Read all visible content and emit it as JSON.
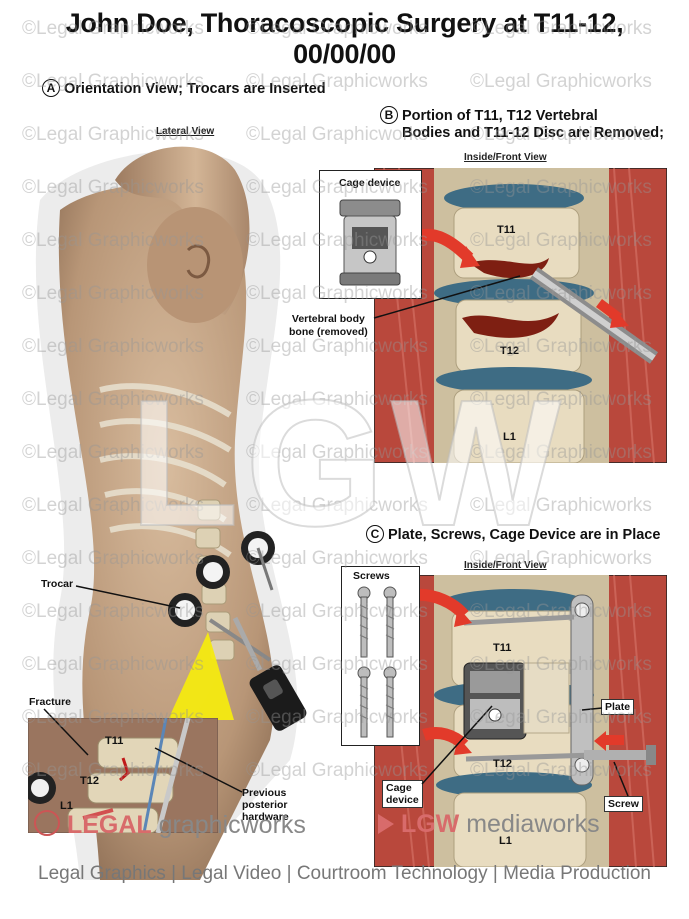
{
  "title_line1": "John Doe, Thoracoscopic Surgery at T11-12,",
  "title_line2": "00/00/00",
  "section_a": {
    "letter": "A",
    "text": "Orientation View; Trocars are Inserted",
    "view_label": "Lateral View"
  },
  "section_b": {
    "letter": "B",
    "text_line1": "Portion of T11, T12 Vertebral",
    "text_line2": "Bodies and T11-12 Disc are Removed;",
    "view_label": "Inside/Front View"
  },
  "section_c": {
    "letter": "C",
    "text": "Plate, Screws, Cage Device are in Place",
    "view_label": "Inside/Front View"
  },
  "labels": {
    "cage_device": "Cage device",
    "vertebral_body_line1": "Vertebral body",
    "vertebral_body_line2": "bone (removed)",
    "t11": "T11",
    "t12": "T12",
    "l1": "L1",
    "trocar": "Trocar",
    "fracture": "Fracture",
    "prev_hw_line1": "Previous",
    "prev_hw_line2": "posterior",
    "prev_hw_line3": "hardware",
    "screws": "Screws",
    "plate": "Plate",
    "cage_line1": "Cage",
    "cage_line2": "device",
    "screw": "Screw"
  },
  "watermark": "©Legal Graphicworks",
  "big_watermark": "LGW",
  "brand_left_a": "LEGAL",
  "brand_left_b": "graphicworks",
  "brand_right_a": "LGW",
  "brand_right_b": "mediaworks",
  "footer": "Legal Graphics | Legal Video | Courtroom Technology | Media Production",
  "colors": {
    "muscle": "#b5473c",
    "bone": "#e8dcc0",
    "disc": "#3e6c84",
    "skin": "#c9a98a",
    "plate": "#c0c0c0",
    "callout": "#f4ea10"
  }
}
